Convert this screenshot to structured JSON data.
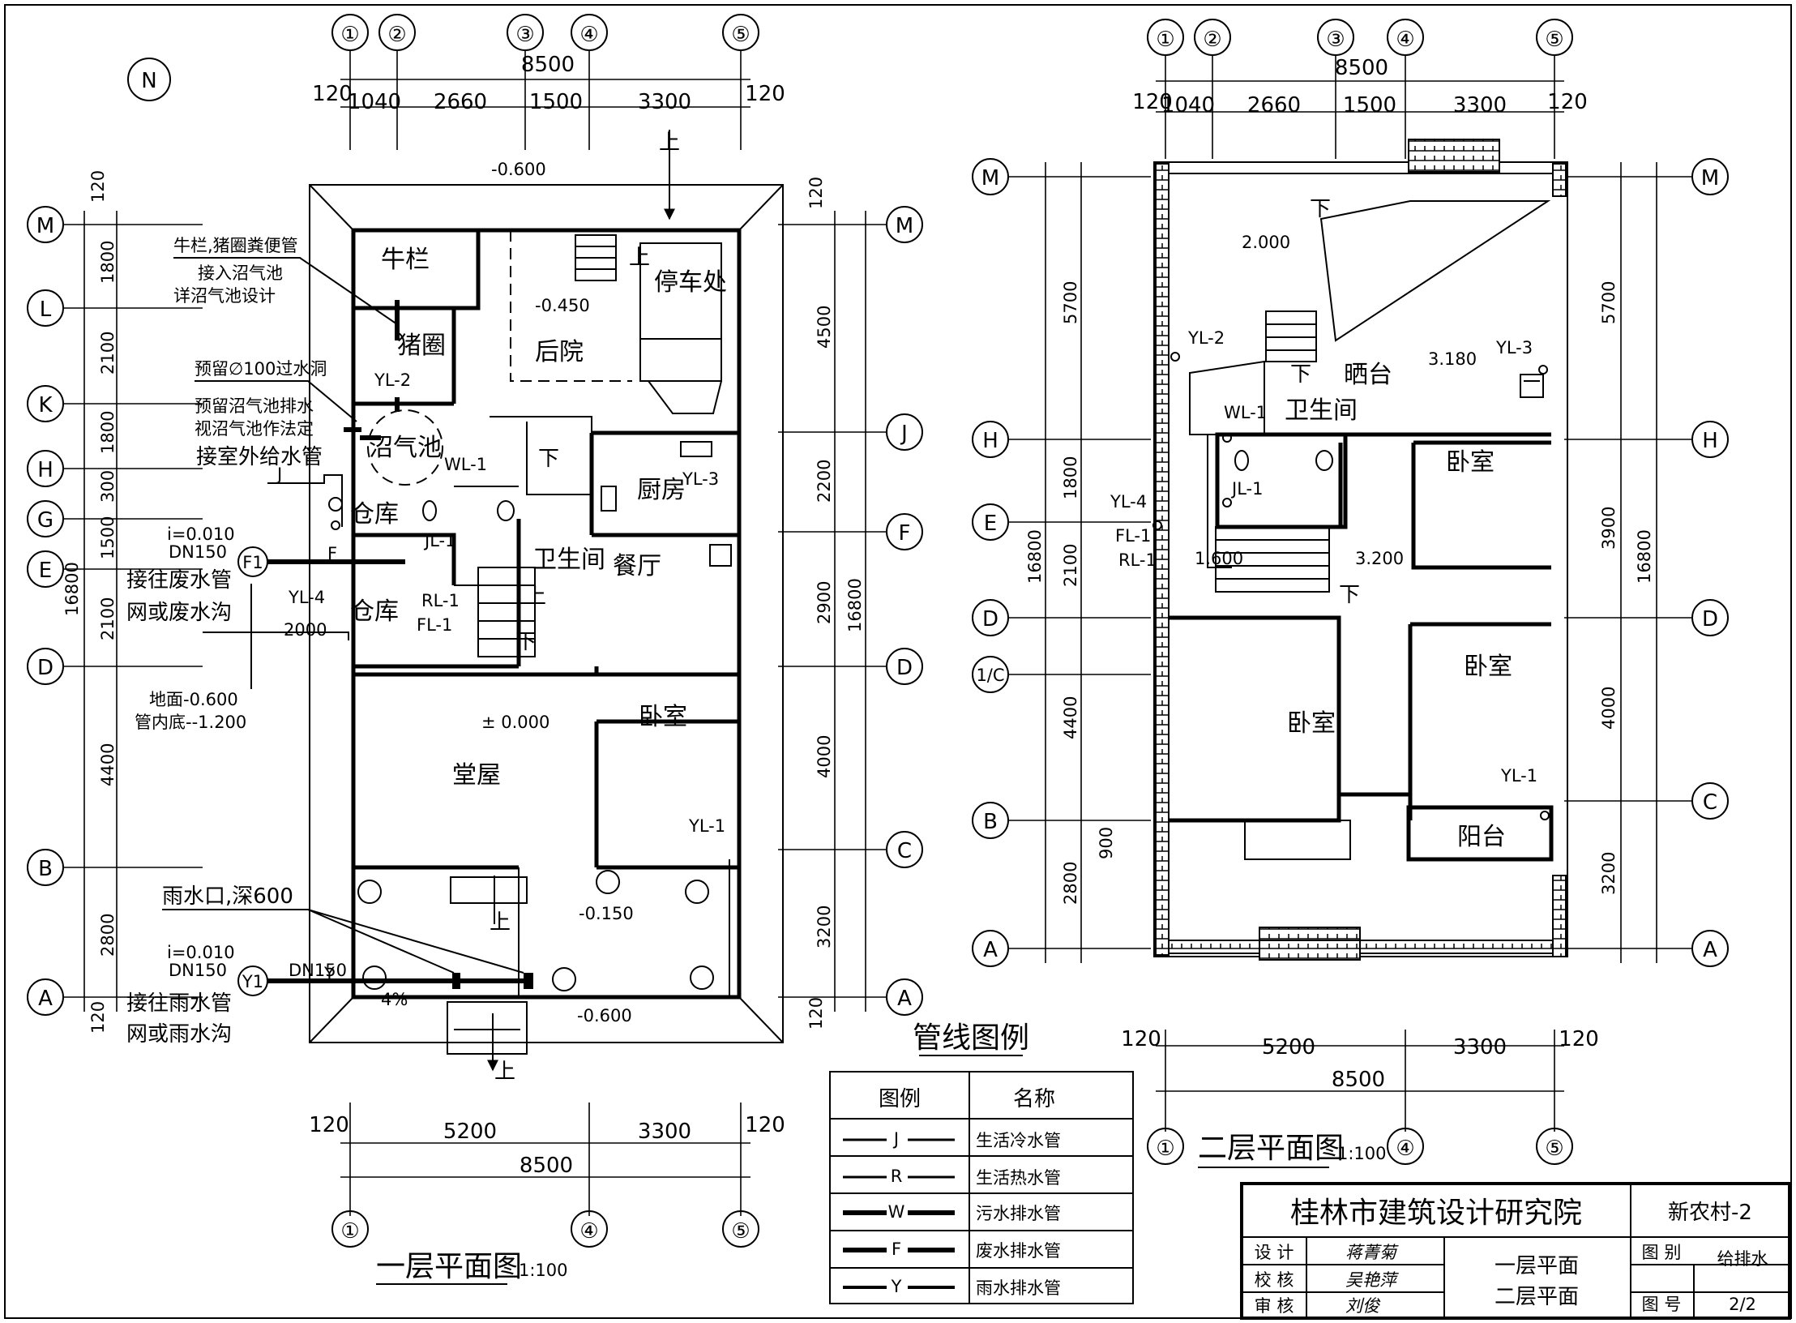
{
  "north": "N",
  "plan1": {
    "title": "一层平面图",
    "scale": "1:100",
    "axes_top": [
      "①",
      "②",
      "③",
      "④",
      "⑤"
    ],
    "axes_bottom": [
      "①",
      "④",
      "⑤"
    ],
    "axes_left": [
      "M",
      "L",
      "K",
      "H",
      "G",
      "E",
      "D",
      "B",
      "A"
    ],
    "axes_right": [
      "M",
      "J",
      "F",
      "D",
      "C",
      "A"
    ],
    "dims_top": {
      "total": "8500",
      "s120a": "120",
      "d1": "1040",
      "d2": "2660",
      "d3": "1500",
      "d4": "3300",
      "s120b": "120"
    },
    "dims_bottom": {
      "s120a": "120",
      "d1": "5200",
      "d2": "3300",
      "s120b": "120",
      "total": "8500"
    },
    "dims_left": [
      "120",
      "1800",
      "2100",
      "1800",
      "300",
      "1500",
      "2100",
      "4400",
      "2800",
      "120"
    ],
    "dims_left_total": "16800",
    "dims_right": [
      "120",
      "4500",
      "2200",
      "2900",
      "4000",
      "3200",
      "120"
    ],
    "dims_right_total": "16800",
    "rooms": {
      "cattle": "牛栏",
      "pig": "猪圈",
      "backyard": "后院",
      "parking": "停车处",
      "biogas": "沼气池",
      "kitchen": "厨房",
      "storage1": "仓库",
      "storage2": "仓库",
      "toilet": "卫生间",
      "dining": "餐厅",
      "hall": "堂屋",
      "bedroom": "卧室"
    },
    "levels": {
      "top": "-0.600",
      "backyard": "-0.450",
      "hall": "± 0.000",
      "porch": "-0.150",
      "bottom": "-0.600"
    },
    "notes": {
      "manure1": "牛栏,猪圈粪便管",
      "manure2": "接入沼气池",
      "manure3": "详沼气池设计",
      "hole": "预留∅100过水洞",
      "drain1": "预留沼气池排水",
      "drain2": "视沼气池作法定",
      "supply": "接室外给水管",
      "waste_slope": "i=0.010",
      "waste_dn": "DN150",
      "waste1": "接往废水管",
      "waste2": "网或废水沟",
      "len2000": "2000",
      "ground": "地面-0.600",
      "pipebottom": "管内底--1.200",
      "rainport": "雨水口,深600",
      "rain_slope": "i=0.010",
      "rain_dn": "DN150",
      "rain_dn2": "DN150",
      "rain1": "接往雨水管",
      "rain2": "网或雨水沟",
      "slope4": "4%"
    },
    "pipe_tags": {
      "yl2": "YL-2",
      "wl1": "WL-1",
      "yl3": "YL-3",
      "jl1": "JL-1",
      "rl1": "RL-1",
      "fl1": "FL-1",
      "yl4": "YL-4",
      "yl1": "YL-1",
      "j": "J",
      "f": "F",
      "y": "Y",
      "f1": "F1",
      "y1": "Y1"
    },
    "stairs": {
      "up1": "上",
      "up2": "上",
      "up3": "上",
      "up4": "上",
      "down1": "下",
      "down2": "下"
    }
  },
  "plan2": {
    "title": "二层平面图",
    "scale": "1:100",
    "axes_top": [
      "①",
      "②",
      "③",
      "④",
      "⑤"
    ],
    "axes_bottom": [
      "①",
      "④",
      "⑤"
    ],
    "axes_left": [
      "M",
      "H",
      "E",
      "D",
      "1/C",
      "B",
      "A"
    ],
    "axes_right": [
      "M",
      "H",
      "D",
      "C",
      "A"
    ],
    "dims_top": {
      "total": "8500",
      "s120a": "120",
      "d1": "1040",
      "d2": "2660",
      "d3": "1500",
      "d4": "3300",
      "s120b": "120"
    },
    "dims_bottom": {
      "s120a": "120",
      "d1": "5200",
      "d2": "3300",
      "s120b": "120",
      "total": "8500"
    },
    "dims_left": [
      "5700",
      "1800",
      "2100",
      "4400",
      "900",
      "2800"
    ],
    "dims_left_total": "16800",
    "dims_right": [
      "5700",
      "3900",
      "4000",
      "3200"
    ],
    "dims_right_total": "16800",
    "rooms": {
      "terrace": "晒台",
      "toilet": "卫生间",
      "bed1": "卧室",
      "bed2": "卧室",
      "bed3": "卧室",
      "balcony": "阳台"
    },
    "levels": {
      "roof": "2.000",
      "terrace": "3.180",
      "stair1": "1.600",
      "stair2": "3.200"
    },
    "pipe_tags": {
      "yl2": "YL-2",
      "yl3": "YL-3",
      "wl1": "WL-1",
      "jl1": "JL-1",
      "yl4": "YL-4",
      "fl1": "FL-1",
      "rl1": "RL-1",
      "yl1": "YL-1"
    },
    "stairs": {
      "down1": "下",
      "down2": "下",
      "down3": "下"
    }
  },
  "legend": {
    "title": "管线图例",
    "head_symbol": "图例",
    "head_name": "名称",
    "rows": [
      {
        "code": "J",
        "name": "生活冷水管"
      },
      {
        "code": "R",
        "name": "生活热水管"
      },
      {
        "code": "W",
        "name": "污水排水管"
      },
      {
        "code": "F",
        "name": "废水排水管"
      },
      {
        "code": "Y",
        "name": "雨水排水管"
      }
    ]
  },
  "titleblock": {
    "institute": "桂林市建筑设计研究院",
    "project": "新农村-2",
    "design_label": "设 计",
    "check_label": "校 核",
    "review_label": "审 核",
    "design_sig": "蒋菁菊",
    "check_sig": "吴艳萍",
    "review_sig": "刘俊",
    "content1": "一层平面",
    "content2": "二层平面",
    "cat_label": "图 别",
    "cat_value": "给排水",
    "no_label": "图 号",
    "no_value": "2/2"
  }
}
